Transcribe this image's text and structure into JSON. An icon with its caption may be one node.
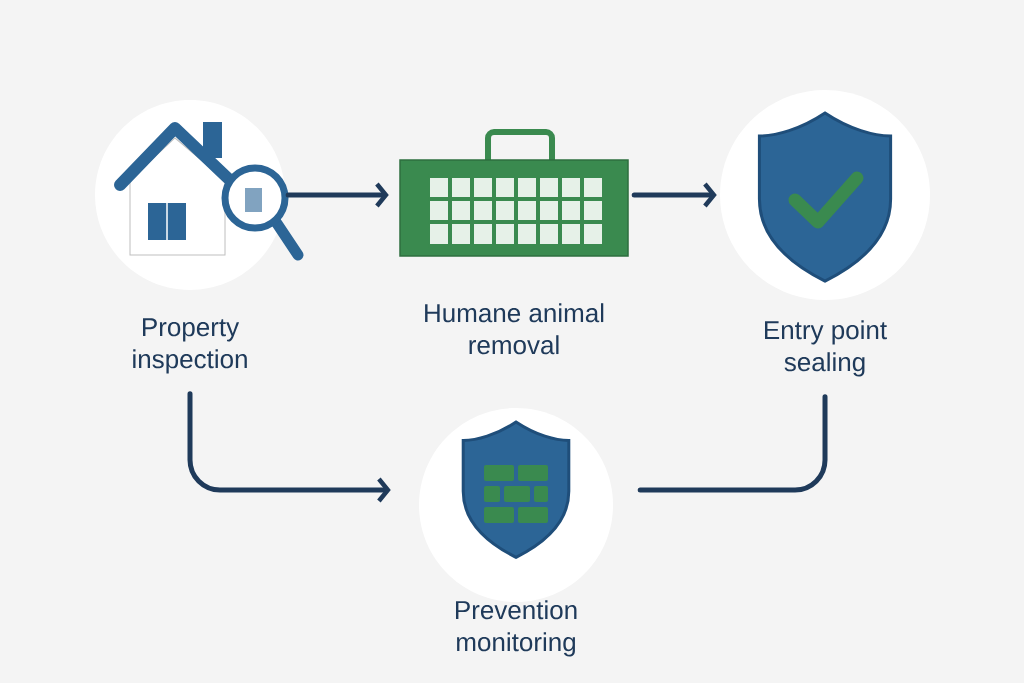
{
  "diagram": {
    "nodes": [
      {
        "text": [
          "Property inspection"
        ]
      },
      {
        "text": [
          "Humane animal removal"
        ]
      },
      {
        "text": [
          "Entry point sealing"
        ]
      },
      {
        "text": [
          "Prevention monitoring"
        ]
      }
    ],
    "edges": [
      {
        "from": 0,
        "to": 1,
        "arrow": "to"
      },
      {
        "from": 1,
        "to": 2,
        "arrow": "to"
      },
      {
        "from": 0,
        "to": 3,
        "arrow": "to"
      },
      {
        "from": 2,
        "to": 3,
        "arrow": "none"
      }
    ]
  }
}
